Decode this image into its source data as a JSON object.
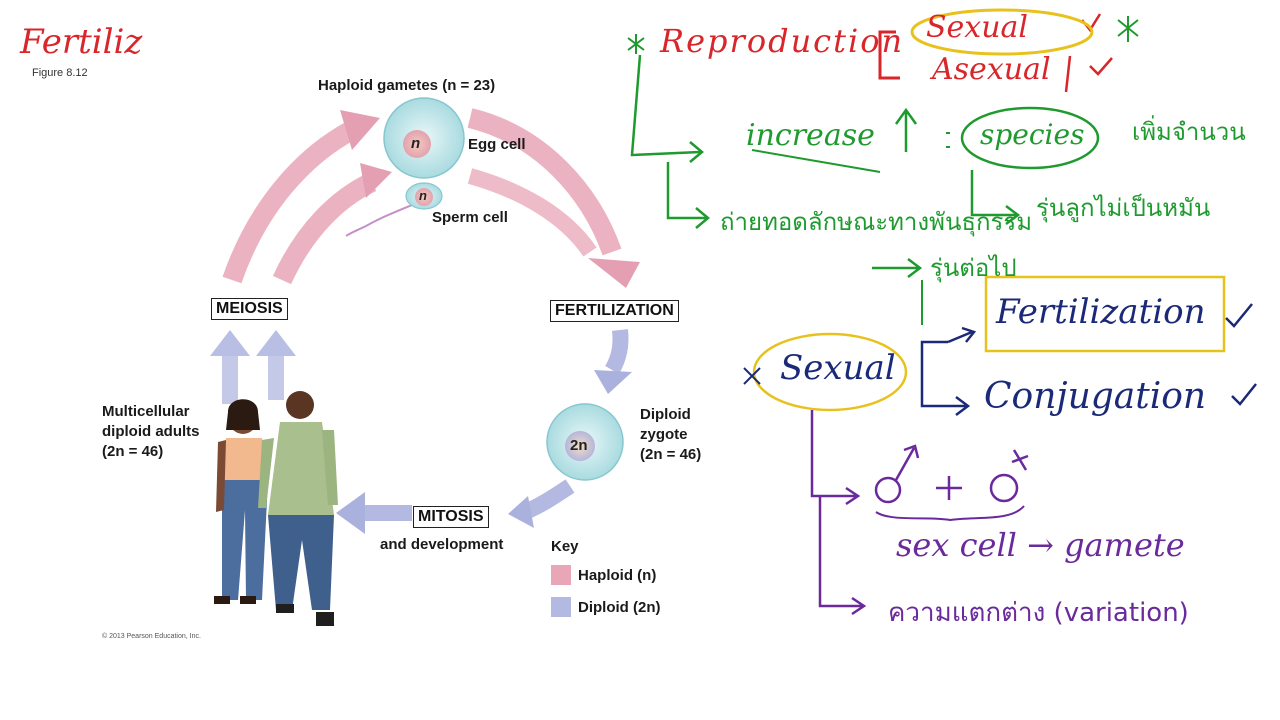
{
  "scribble_top_left": "Fertiliz",
  "figure_label": "Figure 8.12",
  "diagram": {
    "haploid_gametes": "Haploid gametes (n = 23)",
    "egg_n": "n",
    "egg_cell": "Egg cell",
    "sperm_n": "n",
    "sperm_cell": "Sperm cell",
    "meiosis": "MEIOSIS",
    "fertilization": "FERTILIZATION",
    "zygote_2n": "2n",
    "diploid_zygote": "Diploid\nzygote\n(2n = 46)",
    "adults": "Multicellular\ndiploid adults\n(2n = 46)",
    "mitosis": "MITOSIS",
    "development": "and development",
    "key_title": "Key",
    "key_haploid": "Haploid (n)",
    "key_diploid": "Diploid (2n)",
    "copyright": "© 2013 Pearson Education, Inc.",
    "colors": {
      "haploid": "#e8a6b6",
      "diploid": "#b3b9e0",
      "cell": "#bfe6ea"
    }
  },
  "notes": {
    "reproduction": "Reproduction",
    "sexual": "Sexual",
    "asexual": "Asexual",
    "increase": "increase",
    "species": "species",
    "thai_1": "เพิ่มจำนวน",
    "thai_2": "ถ่ายทอดลักษณะทางพันธุกรรม",
    "thai_3": "รุ่นลูกไม่เป็นหมัน",
    "thai_4": "รุ่นต่อไป",
    "sexual_2": "Sexual",
    "fertilization": "Fertilization",
    "conjugation": "Conjugation",
    "sex_cell": "sex cell → gamete",
    "thai_5": "ความแตกต่าง (variation)",
    "colors": {
      "red": "#d8262b",
      "green": "#1e9a2e",
      "navy": "#1b2a78",
      "purple": "#6a2a9c",
      "yellow": "#e8c21c"
    }
  }
}
